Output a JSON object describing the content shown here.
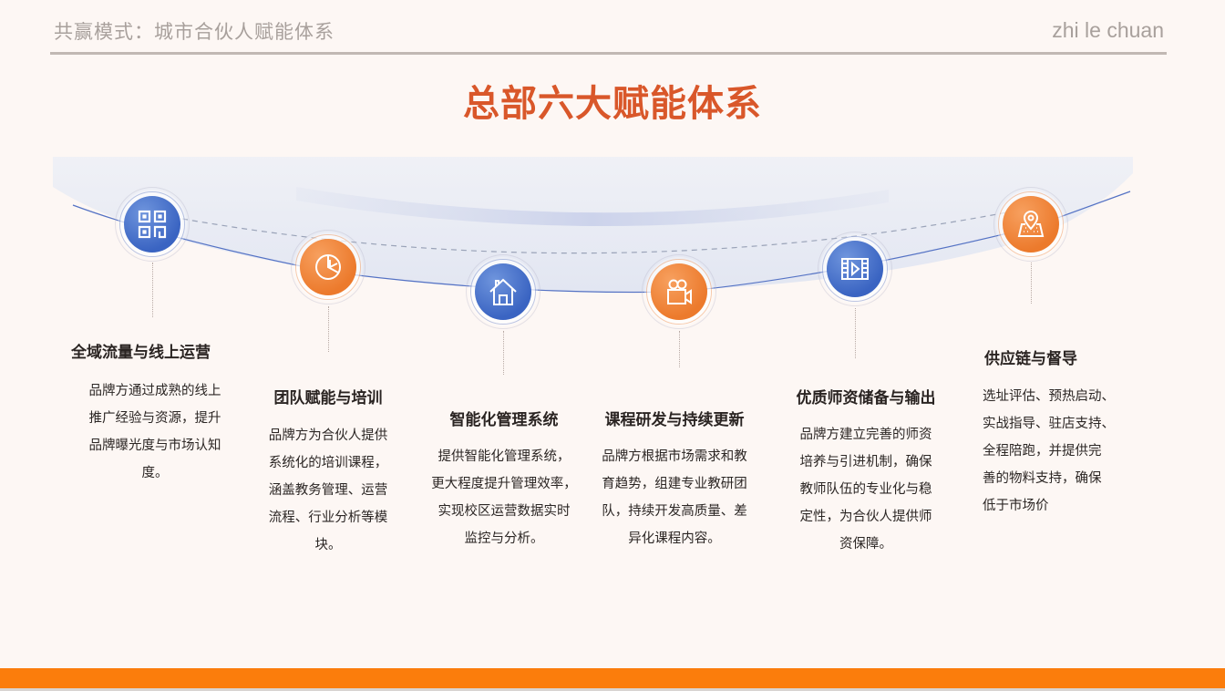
{
  "header": {
    "title": "共赢模式：城市合伙人赋能体系",
    "brand": "zhi le chuan"
  },
  "main_title": "总部六大赋能体系",
  "colors": {
    "accent_orange": "#ec7a2c",
    "accent_blue": "#3a64c2",
    "title_red": "#d9572a",
    "bottom_bar": "#fb7d0c",
    "background": "#fdf7f4"
  },
  "items": [
    {
      "icon": "qr-code-icon",
      "color": "blue",
      "title": "全域流量与线上运营",
      "desc": [
        "品牌方通过成熟的线上",
        "推广经验与资源，提升",
        "品牌曝光度与市场认知",
        "度。"
      ]
    },
    {
      "icon": "pie-chart-icon",
      "color": "orange",
      "title": "团队赋能与培训",
      "desc": [
        "品牌方为合伙人提供",
        "系统化的培训课程，",
        "涵盖教务管理、运营",
        "流程、行业分析等模",
        "块。"
      ]
    },
    {
      "icon": "house-icon",
      "color": "blue",
      "title": "智能化管理系统",
      "desc": [
        "提供智能化管理系统，",
        "更大程度提升管理效率，",
        "实现校区运营数据实时",
        "监控与分析。"
      ]
    },
    {
      "icon": "video-camera-icon",
      "color": "orange",
      "title": "课程研发与持续更新",
      "desc": [
        "品牌方根据市场需求和教",
        "育趋势，组建专业教研团",
        "队，持续开发高质量、差",
        "异化课程内容。"
      ]
    },
    {
      "icon": "film-play-icon",
      "color": "blue",
      "title": "优质师资储备与输出",
      "desc": [
        "品牌方建立完善的师资",
        "培养与引进机制，确保",
        "教师队伍的专业化与稳",
        "定性，为合伙人提供师",
        "资保障。"
      ]
    },
    {
      "icon": "map-pin-icon",
      "color": "orange",
      "title": "供应链与督导",
      "desc": [
        "选址评估、预热启动、",
        "实战指导、驻店支持、",
        "全程陪跑，并提供完",
        "善的物料支持，确保",
        "低于市场价"
      ]
    }
  ]
}
